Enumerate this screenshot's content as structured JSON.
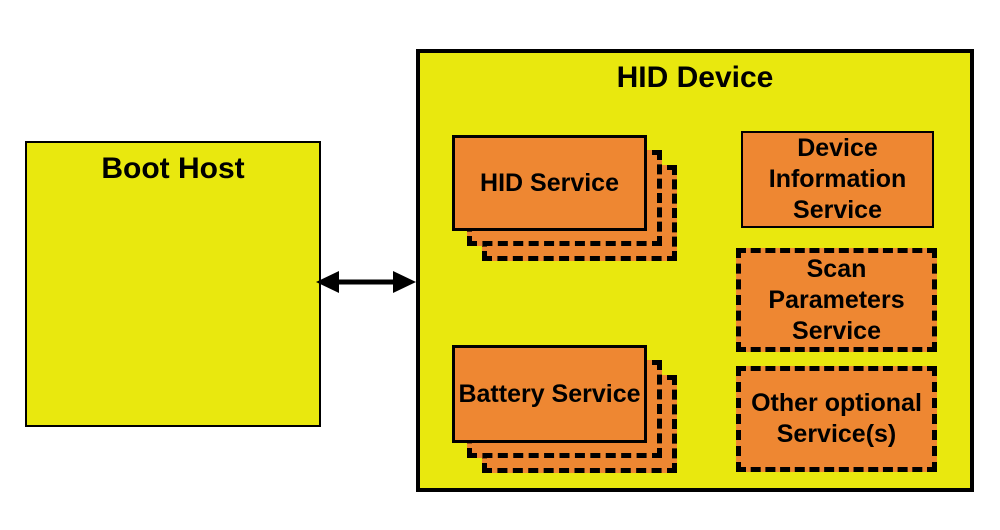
{
  "colors": {
    "background": "#ffffff",
    "host_device_fill": "#e9e80e",
    "service_fill": "#ee8732",
    "line": "#000000"
  },
  "boot_host": {
    "label": "Boot Host"
  },
  "connection": {
    "icon": "double-headed-arrow"
  },
  "hid_device": {
    "title": "HID Device",
    "hid_service": {
      "label": "HID Service"
    },
    "battery_service": {
      "label": "Battery Service"
    },
    "device_information_service": {
      "lines": [
        "Device",
        "Information",
        "Service"
      ]
    },
    "scan_parameters_service": {
      "lines": [
        "Scan",
        "Parameters",
        "Service"
      ]
    },
    "other_optional_service": {
      "lines": [
        "Other optional",
        "Service(s)"
      ]
    }
  }
}
